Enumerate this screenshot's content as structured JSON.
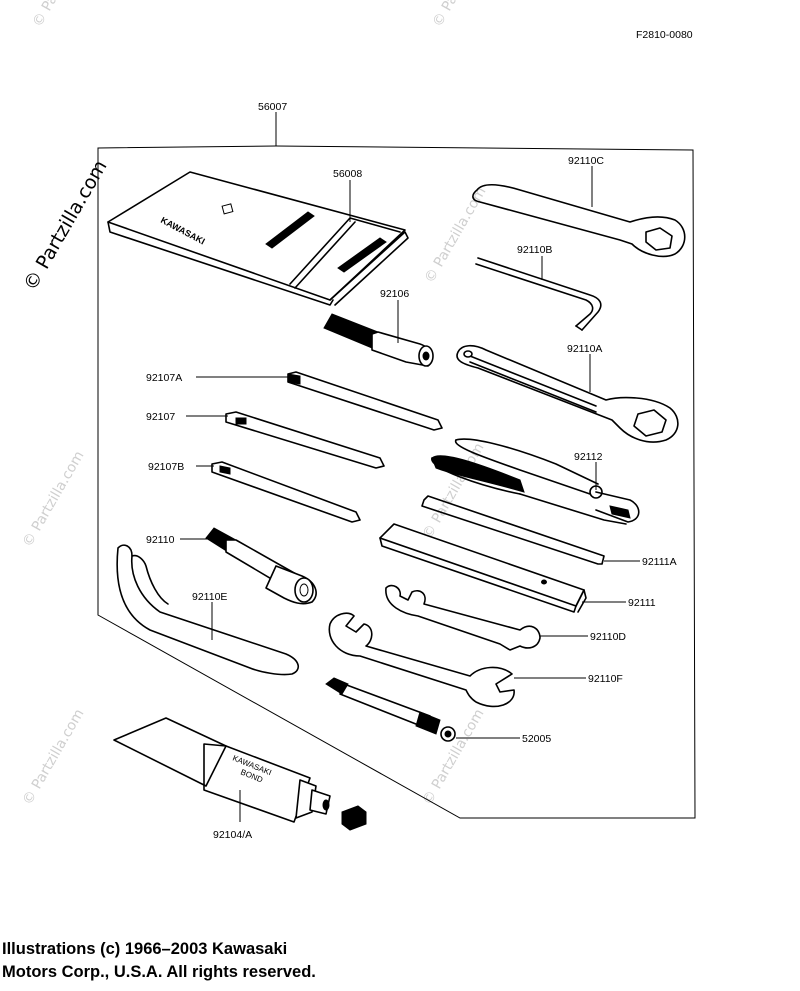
{
  "figure_code": "F2810-0080",
  "watermark": "© Partzilla.com",
  "callouts": {
    "kit": "56007",
    "bag": "56008",
    "wrench_c": "92110C",
    "hex_key": "92110B",
    "handle": "92106",
    "wrench_a": "92110A",
    "screwdriver_a": "92107A",
    "screwdriver": "92107",
    "pliers": "92112",
    "screwdriver_b": "92107B",
    "plug_wrench": "92110",
    "bar": "92111A",
    "hook_wrench": "92110E",
    "plate": "92111",
    "open_wrench_d": "92110D",
    "open_wrench_f": "92110F",
    "gauge": "52005",
    "bond": "92104/A"
  },
  "bag_print": "KAWASAKI",
  "tube_print_1": "KAWASAKI",
  "tube_print_2": "BOND",
  "copyright_line1": "Illustrations (c) 1966–2003 Kawasaki",
  "copyright_line2": "Motors Corp., U.S.A.  All rights reserved."
}
